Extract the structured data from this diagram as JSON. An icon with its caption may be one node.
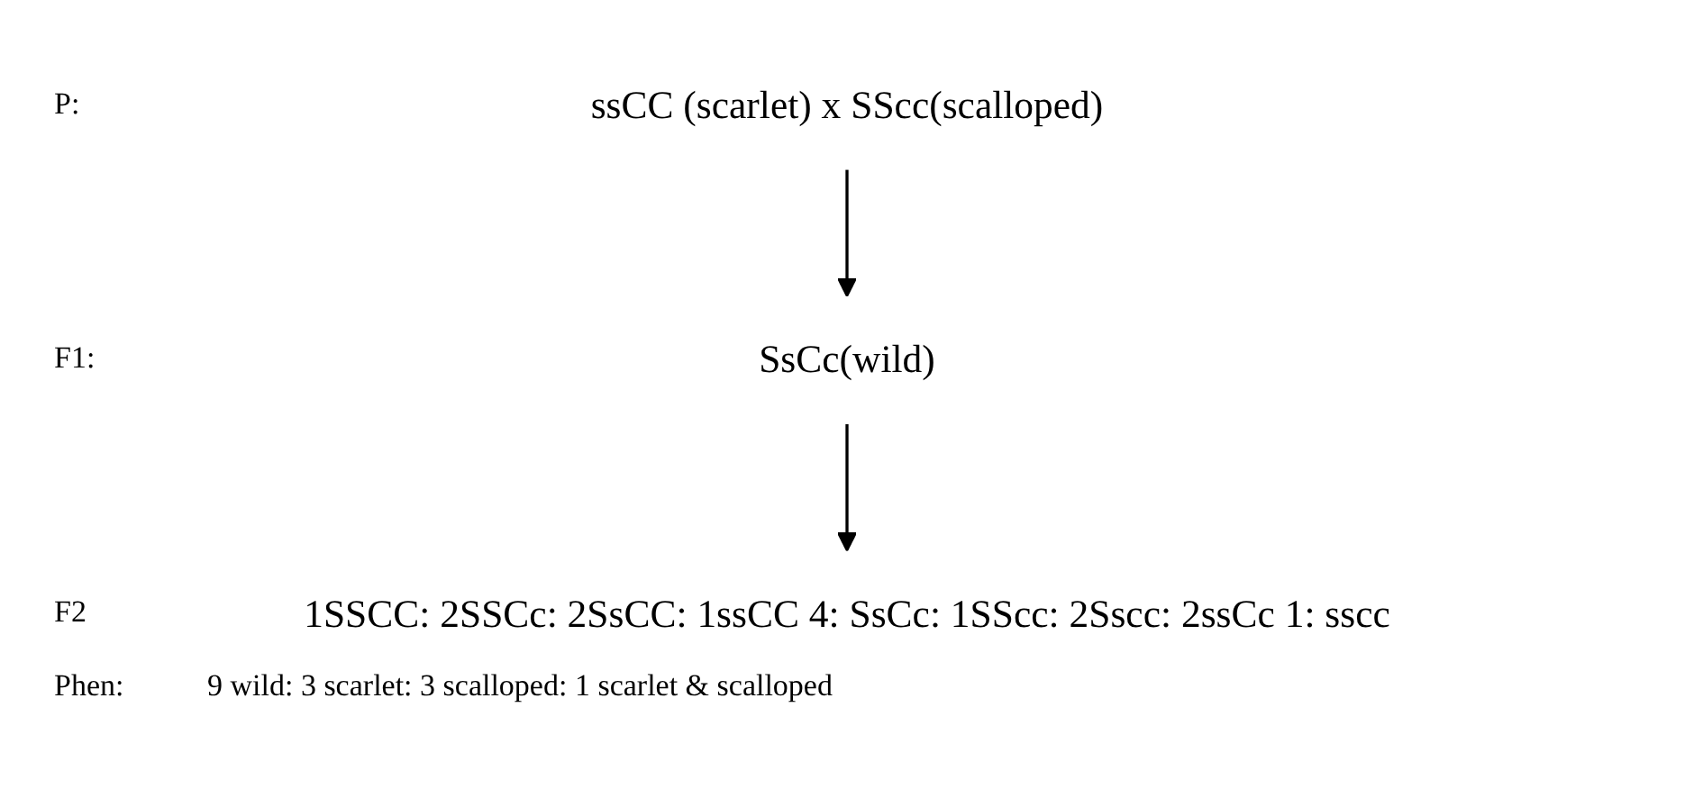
{
  "diagram": {
    "nodes": [
      {
        "text": [
          "ssCC (scarlet) x SScc(scalloped)"
        ]
      },
      {
        "text": [
          "SsCc(wild)"
        ]
      },
      {
        "text": [
          "1SSCC: 2SSCc: 2SsCC: 1ssCC 4: SsCc: 1SScc: 2Sscc: 2ssCc 1: sscc"
        ]
      }
    ],
    "edges": [
      {
        "from": 0,
        "to": 1,
        "arrow": "to"
      },
      {
        "from": 1,
        "to": 2,
        "arrow": "to"
      }
    ],
    "labels": [
      "P:",
      "F1:",
      "F2",
      "Phen:",
      "9 wild: 3 scarlet: 3 scalloped: 1 scarlet & scalloped"
    ]
  }
}
